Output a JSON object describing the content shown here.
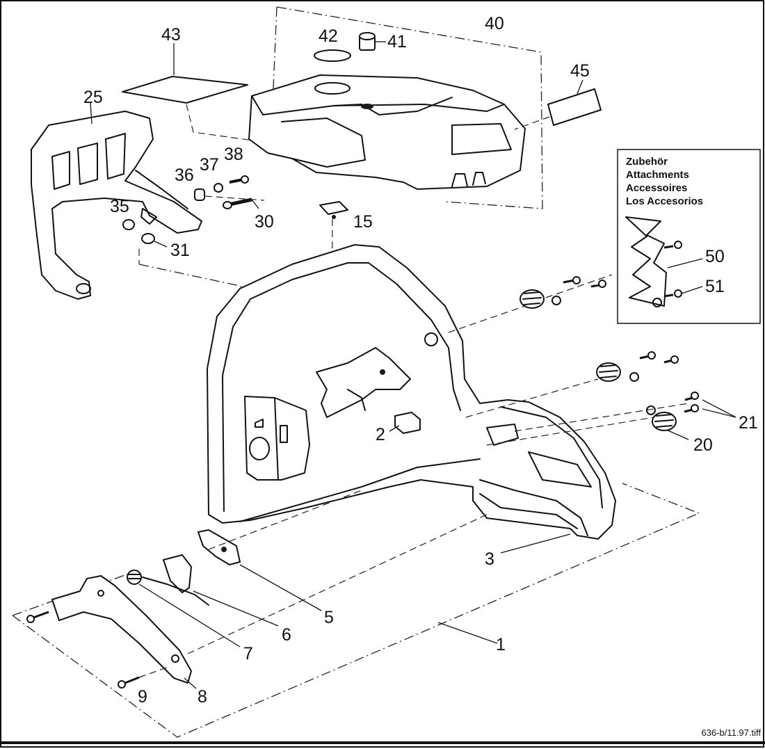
{
  "part_numbers": {
    "p1": "1",
    "p2": "2",
    "p3": "3",
    "p5": "5",
    "p6": "6",
    "p7": "7",
    "p8": "8",
    "p9": "9",
    "p15": "15",
    "p20": "20",
    "p21": "21",
    "p25": "25",
    "p30": "30",
    "p31": "31",
    "p35": "35",
    "p36": "36",
    "p37": "37",
    "p38": "38",
    "p40": "40",
    "p41": "41",
    "p42": "42",
    "p43": "43",
    "p45": "45",
    "p50": "50",
    "p51": "51"
  },
  "legend": {
    "line1": "Zubehör",
    "line2": "Attachments",
    "line3": "Accessoires",
    "line4": "Los Accesorios"
  },
  "footer": {
    "file_ref": "636-b/11.97.tiff"
  },
  "colors": {
    "ink": "#111111",
    "paper": "#ffffff"
  }
}
